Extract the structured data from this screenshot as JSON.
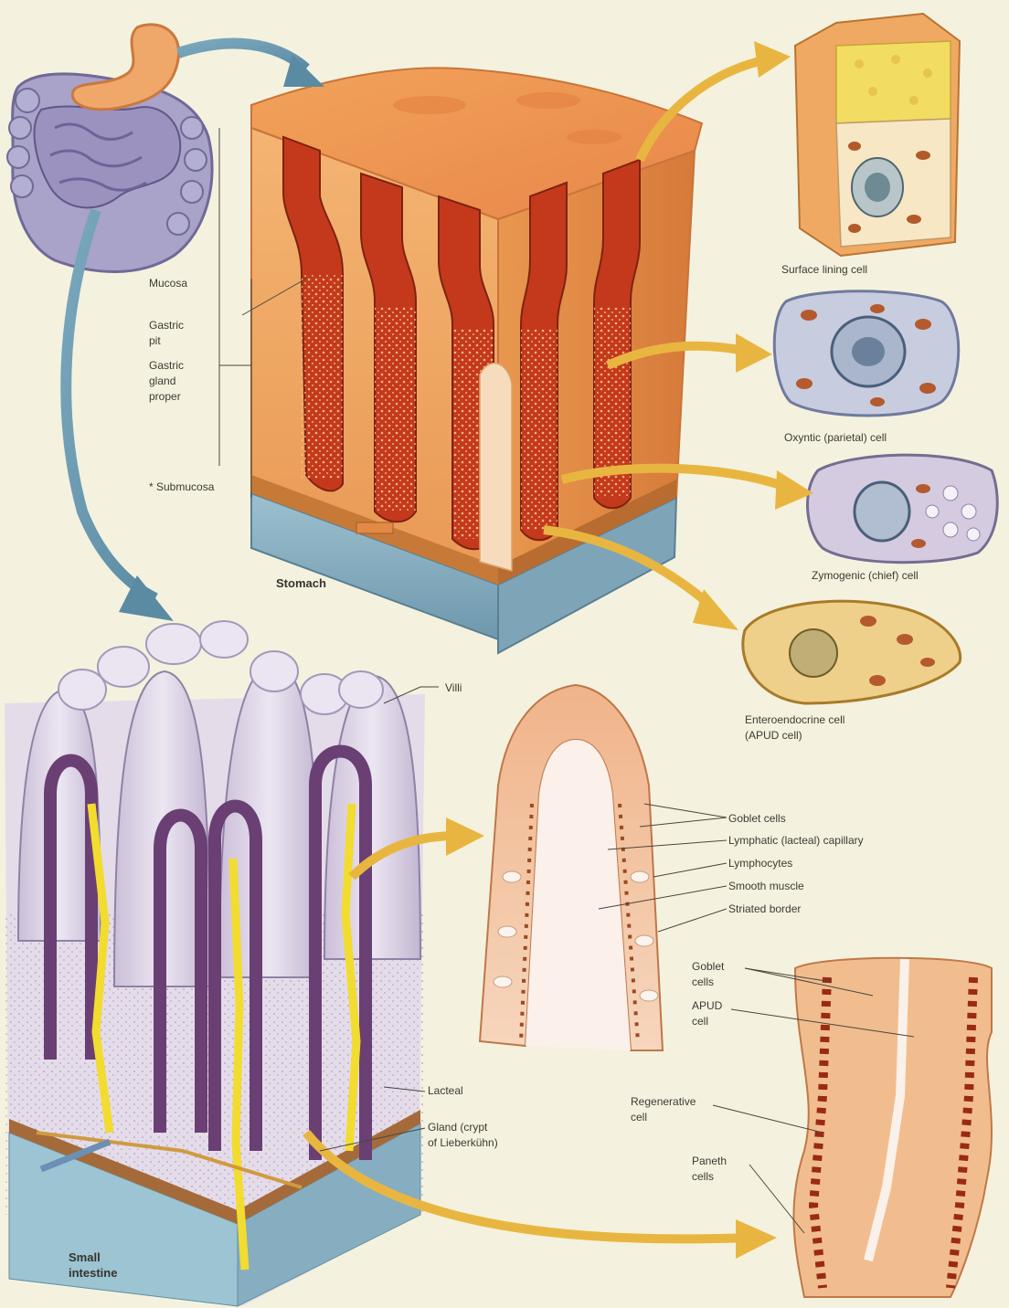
{
  "labels": {
    "mucosa": "Mucosa",
    "gastric_pit": "Gastric\npit",
    "gastric_gland": "Gastric\ngland\nproper",
    "submucosa": "* Submucosa",
    "stomach": "Stomach",
    "surface_lining": "Surface lining cell",
    "oxyntic": "Oxyntic (parietal) cell",
    "zymogenic": "Zymogenic (chief) cell",
    "enteroendocrine": "Enteroendocrine cell\n(APUD cell)",
    "villi": "Villi",
    "goblet": "Goblet cells",
    "lymphatic": "Lymphatic (lacteal) capillary",
    "lymphocytes": "Lymphocytes",
    "smooth_muscle": "Smooth muscle",
    "striated": "Striated border",
    "goblet2": "Goblet\ncells",
    "apud": "APUD\ncell",
    "lacteal": "Lacteal",
    "gland": "Gland (crypt\nof Lieberkühn)",
    "regenerative": "Regenerative\ncell",
    "paneth": "Paneth\ncells",
    "small_intestine": "Small\nintestine"
  }
}
